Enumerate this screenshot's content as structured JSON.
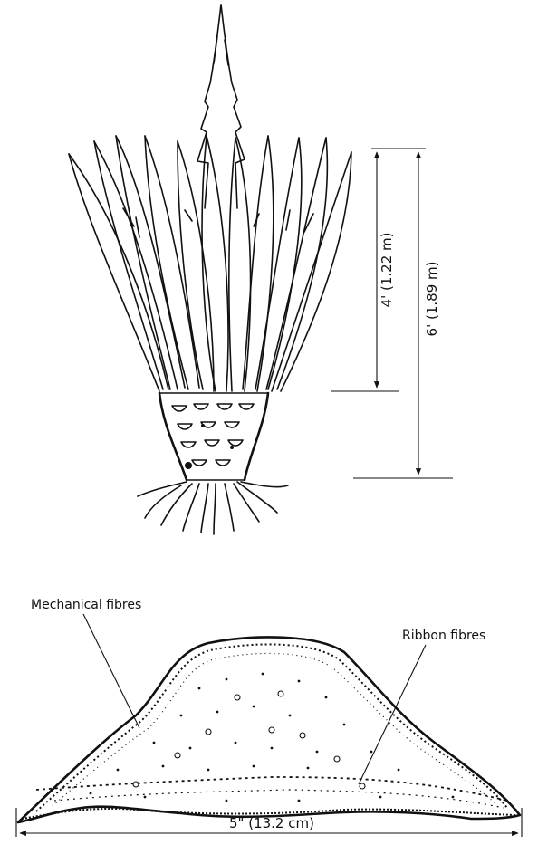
{
  "plant_dimensions": {
    "leaf_height": "4' (1.22 m)",
    "plant_height": "6' (1.89 m)"
  },
  "leaf_section": {
    "mechanical_fibres_label": "Mechanical fibres",
    "ribbon_fibres_label": "Ribbon fibres",
    "width": "5\" (13.2 cm)"
  }
}
